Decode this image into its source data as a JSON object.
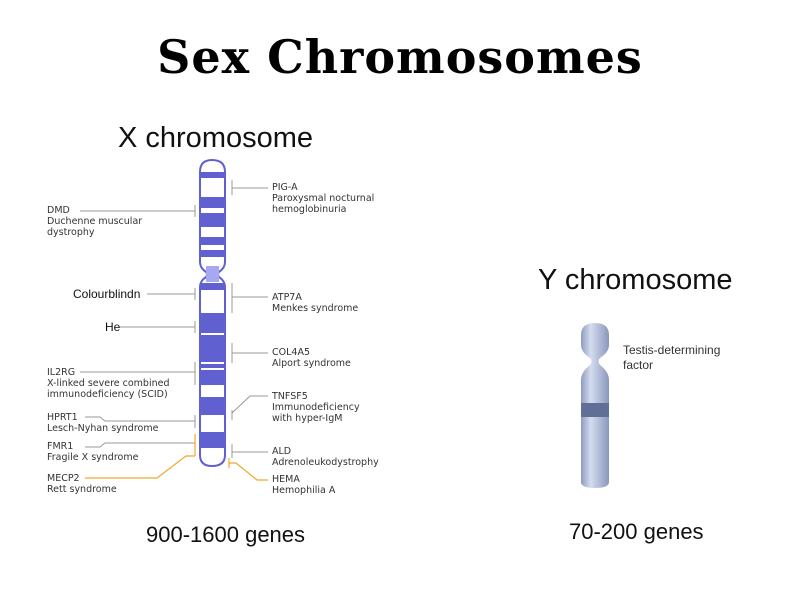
{
  "title": "Sex Chromosomes",
  "x_chromosome": {
    "heading": "X chromosome",
    "gene_count": "900-1600 genes",
    "band_color": "#6060d0",
    "left_labels": [
      {
        "gene": "DMD",
        "disease": "Duchenne muscular dystrophy"
      },
      {
        "gene": "Colourblindn",
        "disease": ""
      },
      {
        "gene": "He",
        "disease": ""
      },
      {
        "gene": "IL2RG",
        "disease": "X-linked severe combined immunodeficiency (SCID)"
      },
      {
        "gene": "HPRT1",
        "disease": "Lesch-Nyhan syndrome"
      },
      {
        "gene": "FMR1",
        "disease": "Fragile X syndrome"
      },
      {
        "gene": "MECP2",
        "disease": "Rett syndrome"
      }
    ],
    "right_labels": [
      {
        "gene": "PIG-A",
        "disease": "Paroxysmal nocturnal hemoglobinuria"
      },
      {
        "gene": "ATP7A",
        "disease": "Menkes syndrome"
      },
      {
        "gene": "COL4A5",
        "disease": "Alport syndrome"
      },
      {
        "gene": "TNFSF5",
        "disease": "Immunodeficiency with hyper-IgM"
      },
      {
        "gene": "ALD",
        "disease": "Adrenoleukodystrophy"
      },
      {
        "gene": "HEMA",
        "disease": "Hemophilia A"
      }
    ]
  },
  "y_chromosome": {
    "heading": "Y chromosome",
    "gene_count": "70-200 genes",
    "annotation": "Testis-determining factor"
  }
}
